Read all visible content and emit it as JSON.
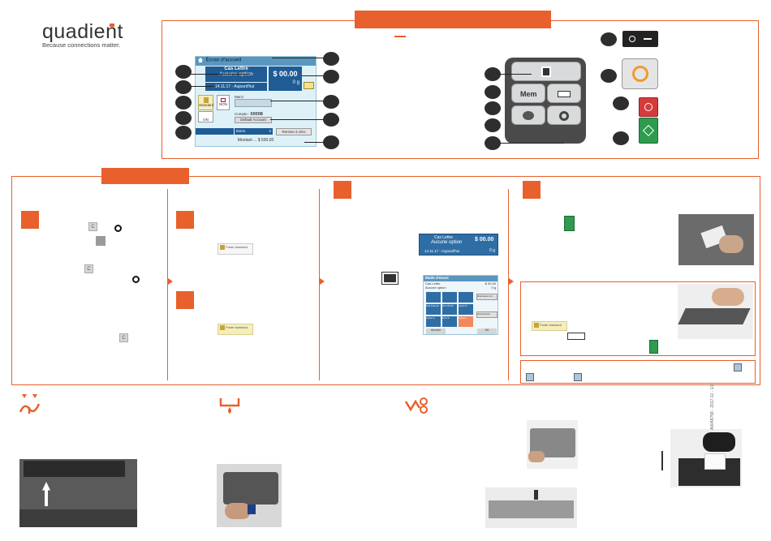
{
  "brand": {
    "name": "quadient",
    "tagline": "Because connections matter."
  },
  "screen": {
    "home_label": "Écran d'accueil",
    "mail_class": "Cas Lettre",
    "option": "Aucune option",
    "date_line": "14.11.17 - Aujourd'hui",
    "amount": "$ 00.00",
    "weight": "0 g",
    "profile_label": "Standard",
    "non_label": "NON",
    "on_label": "ON",
    "merci_label": "Merci",
    "compte_label": "Compte :",
    "compte_value": "00008",
    "default_account": "Default Account",
    "items_label": "Items",
    "items_value": "2",
    "reset_button": "Remise à zéro",
    "montant_label": "Montant ...",
    "montant_value": "$ 500.00"
  },
  "keypad_labels": {
    "mem": "Mem"
  },
  "steps": {
    "c_key": "C",
    "thumb_label_1": "Poste standard",
    "thumb_label_2": "Poste standard",
    "thumb_label_3": "Poste standard"
  },
  "small_screen": {
    "mail_class": "Cas Lettre",
    "option": "Aucune option",
    "date_line": "14.11.17 - Aujourd'hui",
    "amount": "$ 00.00",
    "weight": "0 g"
  },
  "mode_screen": {
    "title": "Mode d'envoi",
    "row1_left": "Cas Lettre",
    "row1_right": "$ 00.00",
    "row2_left": "Aucune option",
    "row2_right": "0 g",
    "side_btn_1": "Historique du l...",
    "side_btn_2": "Accessoires",
    "tile_labels": [
      "",
      "",
      "",
      "Cas Favoris",
      "Gris Pinch",
      "Lettre R",
      "Lettre S",
      "Gris S",
      "Autres..."
    ],
    "cancel": "Annuler",
    "ok": "OK"
  },
  "side_ref": "A0048758 - 2017-11 - 1/2",
  "colors": {
    "accent": "#e8602c",
    "screen_blue": "#1f5c96",
    "lcd_bg": "#dff1f8",
    "green_key": "#2e9b4e",
    "red_key": "#d63b3b"
  },
  "icons": [
    "home-icon",
    "envelope-icon",
    "power-icon",
    "stop-icon",
    "start-icon",
    "stamp-icon",
    "memory-key-icon",
    "label-key-icon",
    "ink-icon",
    "settings-icon",
    "arrow-up-icon",
    "clear-key-icon",
    "feed-icon",
    "ink-drop-icon",
    "maintenance-icon"
  ]
}
